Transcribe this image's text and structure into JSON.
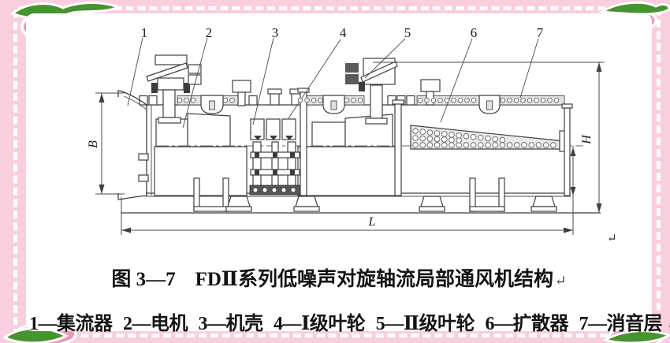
{
  "page": {
    "background_pink": "#f9cede",
    "panel_white": "#ffffff",
    "dash_white": "#ffffff",
    "berry_pink": "#f494b9",
    "leaf_green": "#47932f",
    "line_color": "#3f3f3f"
  },
  "figure": {
    "caption": "图 3—7　FDⅡ系列低噪声对旋轴流局部通风机结构",
    "paragraph_mark": "↵",
    "callouts": [
      "1",
      "2",
      "3",
      "4",
      "5",
      "6",
      "7"
    ],
    "dimensions": {
      "width_label": "B",
      "height_label": "H",
      "length_label": "L"
    },
    "legend_items": [
      "1—集流器",
      "2—电机",
      "3—机壳",
      "4—Ⅰ级叶轮",
      "5—Ⅱ级叶轮",
      "6—扩散器",
      "7—消音层"
    ]
  }
}
